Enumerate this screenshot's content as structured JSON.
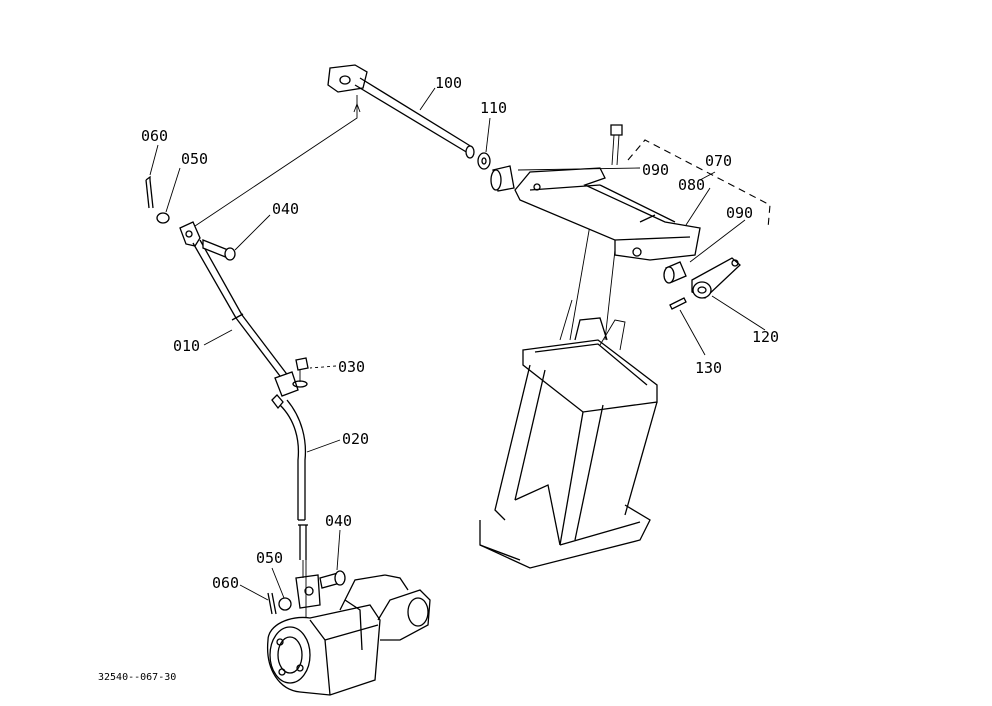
{
  "diagram": {
    "drawing_id": "32540--067-30",
    "labels": {
      "p100": "100",
      "p110": "110",
      "p090a": "090",
      "p070": "070",
      "p080": "080",
      "p090b": "090",
      "p120": "120",
      "p130": "130",
      "p060a": "060",
      "p050a": "050",
      "p040a": "040",
      "p010": "010",
      "p030": "030",
      "p020": "020",
      "p040b": "040",
      "p050b": "050",
      "p060b": "060"
    }
  }
}
